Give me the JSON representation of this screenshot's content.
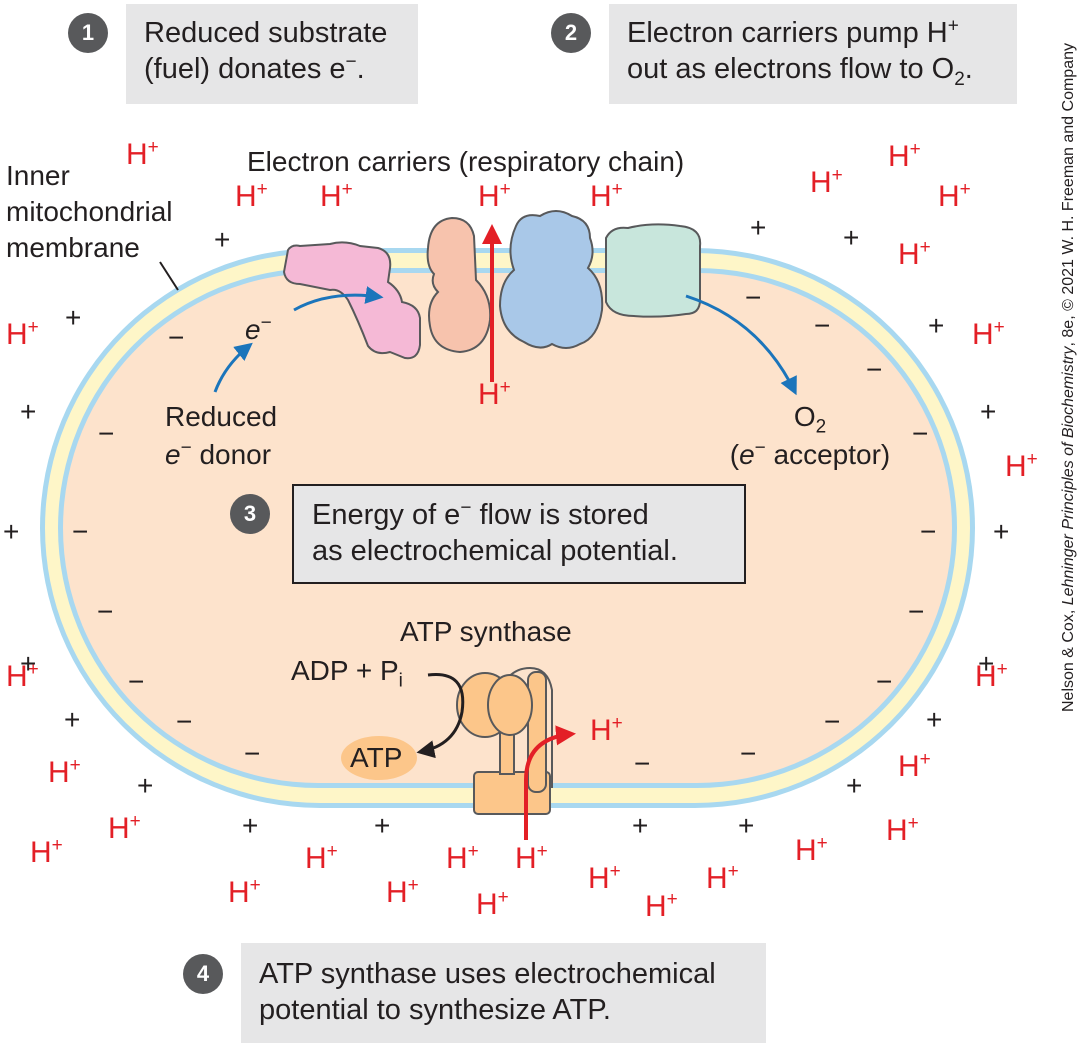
{
  "steps": {
    "s1": {
      "number": "1",
      "text_a": "Reduced substrate",
      "text_b_prefix": "(fuel) donates e",
      "text_b_sup": "−",
      "text_b_suffix": "."
    },
    "s2": {
      "number": "2",
      "text_a_prefix": "Electron carriers pump H",
      "text_a_sup": "+",
      "text_b_prefix": "out as electrons flow to O",
      "text_b_sub": "2",
      "text_b_suffix": "."
    },
    "s3": {
      "number": "3",
      "text_a_prefix": "Energy of e",
      "text_a_sup": "−",
      "text_a_suffix": " flow is stored",
      "text_b": "as electrochemical potential."
    },
    "s4": {
      "number": "4",
      "text_a": "ATP synthase uses electrochemical",
      "text_b": "potential to synthesize ATP."
    }
  },
  "labels": {
    "membrane_a": "Inner",
    "membrane_b": "mitochondrial",
    "membrane_c": "membrane",
    "carriers": "Electron carriers (respiratory chain)",
    "electron": "e",
    "electron_sup": "−",
    "donor_a": "Reduced",
    "donor_b_prefix": "e",
    "donor_b_sup": "−",
    "donor_b_suffix": " donor",
    "acceptor_a": "O",
    "acceptor_a_sub": "2",
    "acceptor_b_prefix": "(e",
    "acceptor_b_sup": "−",
    "acceptor_b_suffix": " acceptor)",
    "atp_synthase": "ATP synthase",
    "adp_prefix": "ADP + P",
    "adp_sub": "i",
    "atp": "ATP"
  },
  "proton": {
    "base": "H",
    "charge": "+"
  },
  "signs": {
    "plus": "+",
    "minus": "−"
  },
  "credit": {
    "prefix": "Nelson & Cox, ",
    "title": "Lehninger Principles of Biochemistry",
    "suffix": ", 8e, © 2021 W. H. Freeman and Company"
  },
  "colors": {
    "proton_red": "#e31f26",
    "arrow_blue": "#1b75bb",
    "matrix": "#fde3cc",
    "membrane_yellow": "#fef6c8",
    "membrane_blue": "#a8d8f0",
    "carrier_pink": "#f5b9d6",
    "carrier_peach": "#f7c3ad",
    "carrier_blue": "#a9c8e8",
    "carrier_green": "#c8e6dc",
    "atp_synthase": "#fcc68a"
  }
}
